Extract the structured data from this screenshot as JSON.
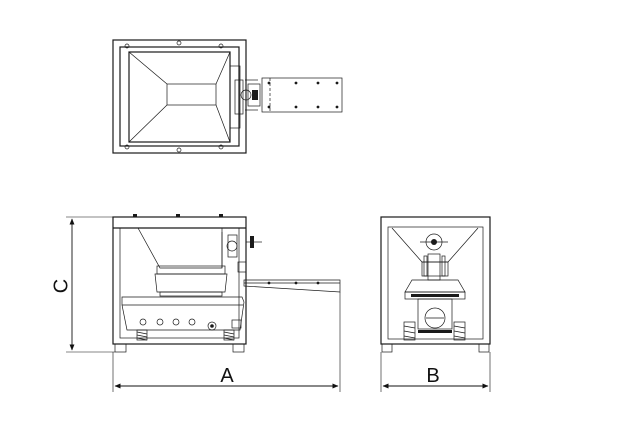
{
  "dimensions": {
    "a": "A",
    "b": "B",
    "c": "C"
  }
}
